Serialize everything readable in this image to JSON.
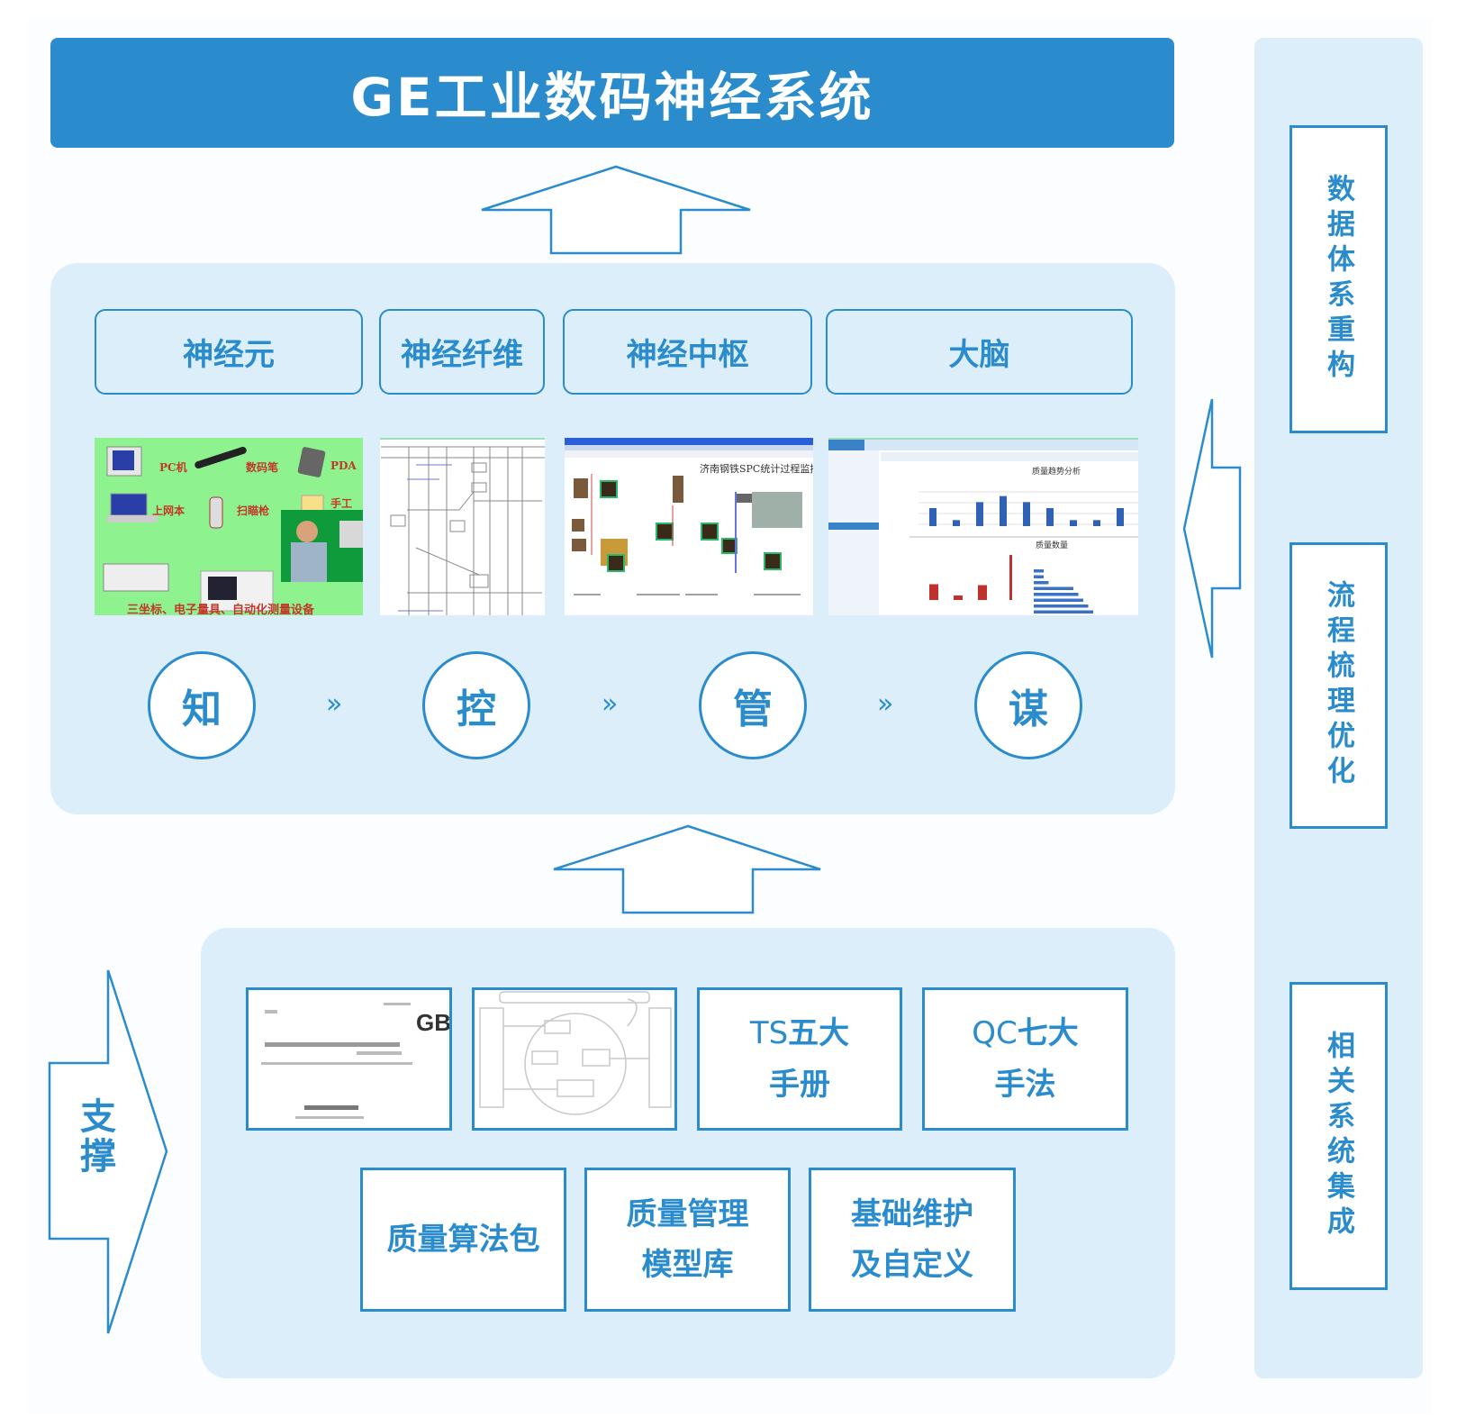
{
  "title": "GE工业数码神经系统",
  "layers": {
    "top_labels": [
      {
        "label": "神经元"
      },
      {
        "label": "神经纤维"
      },
      {
        "label": "神经中枢"
      },
      {
        "label": "大脑"
      }
    ],
    "thumbnails": [
      {
        "name": "data-collection-devices",
        "captions": [
          "PC机",
          "数码笔",
          "PDA",
          "上网本",
          "扫瞄枪",
          "手工",
          "三坐标、电子量具、自动化测量设备"
        ]
      },
      {
        "name": "process-flowchart",
        "captions": []
      },
      {
        "name": "spc-monitor",
        "captions": [
          "济南钢铁SPC统计过程监控"
        ]
      },
      {
        "name": "analytics-dashboard",
        "captions": [
          "质量趋势分析",
          "质量数量"
        ],
        "bar_values": [
          3,
          1,
          4,
          5,
          4,
          3,
          1,
          1,
          3
        ],
        "red_bar_values": [
          35,
          10,
          33,
          100
        ],
        "hbar_values": [
          2,
          2,
          3,
          8,
          9,
          10,
          11,
          12
        ]
      }
    ],
    "stages": [
      {
        "label": "知"
      },
      {
        "label": "控"
      },
      {
        "label": "管"
      },
      {
        "label": "谋"
      }
    ],
    "stage_connector": "»"
  },
  "support": {
    "label": "支撑",
    "row1": [
      {
        "type": "image",
        "name": "gb-standard-document",
        "caption": "GB"
      },
      {
        "type": "image",
        "name": "quality-process-diagram",
        "caption": ""
      },
      {
        "type": "text",
        "prefix": "TS",
        "line1": "五大",
        "line2": "手册"
      },
      {
        "type": "text",
        "prefix": "QC",
        "line1": "七大",
        "line2": "手法"
      }
    ],
    "row2": [
      {
        "line1": "质量算法包",
        "line2": ""
      },
      {
        "line1": "质量管理",
        "line2": "模型库"
      },
      {
        "line1": "基础维护",
        "line2": "及自定义"
      }
    ]
  },
  "right_column": [
    {
      "label": "数据体系重构"
    },
    {
      "label": "流程梳理优化"
    },
    {
      "label": "相关系统集成"
    }
  ],
  "colors": {
    "primary": "#2a8ccc",
    "panel": "#dbeefa",
    "white": "#ffffff"
  }
}
